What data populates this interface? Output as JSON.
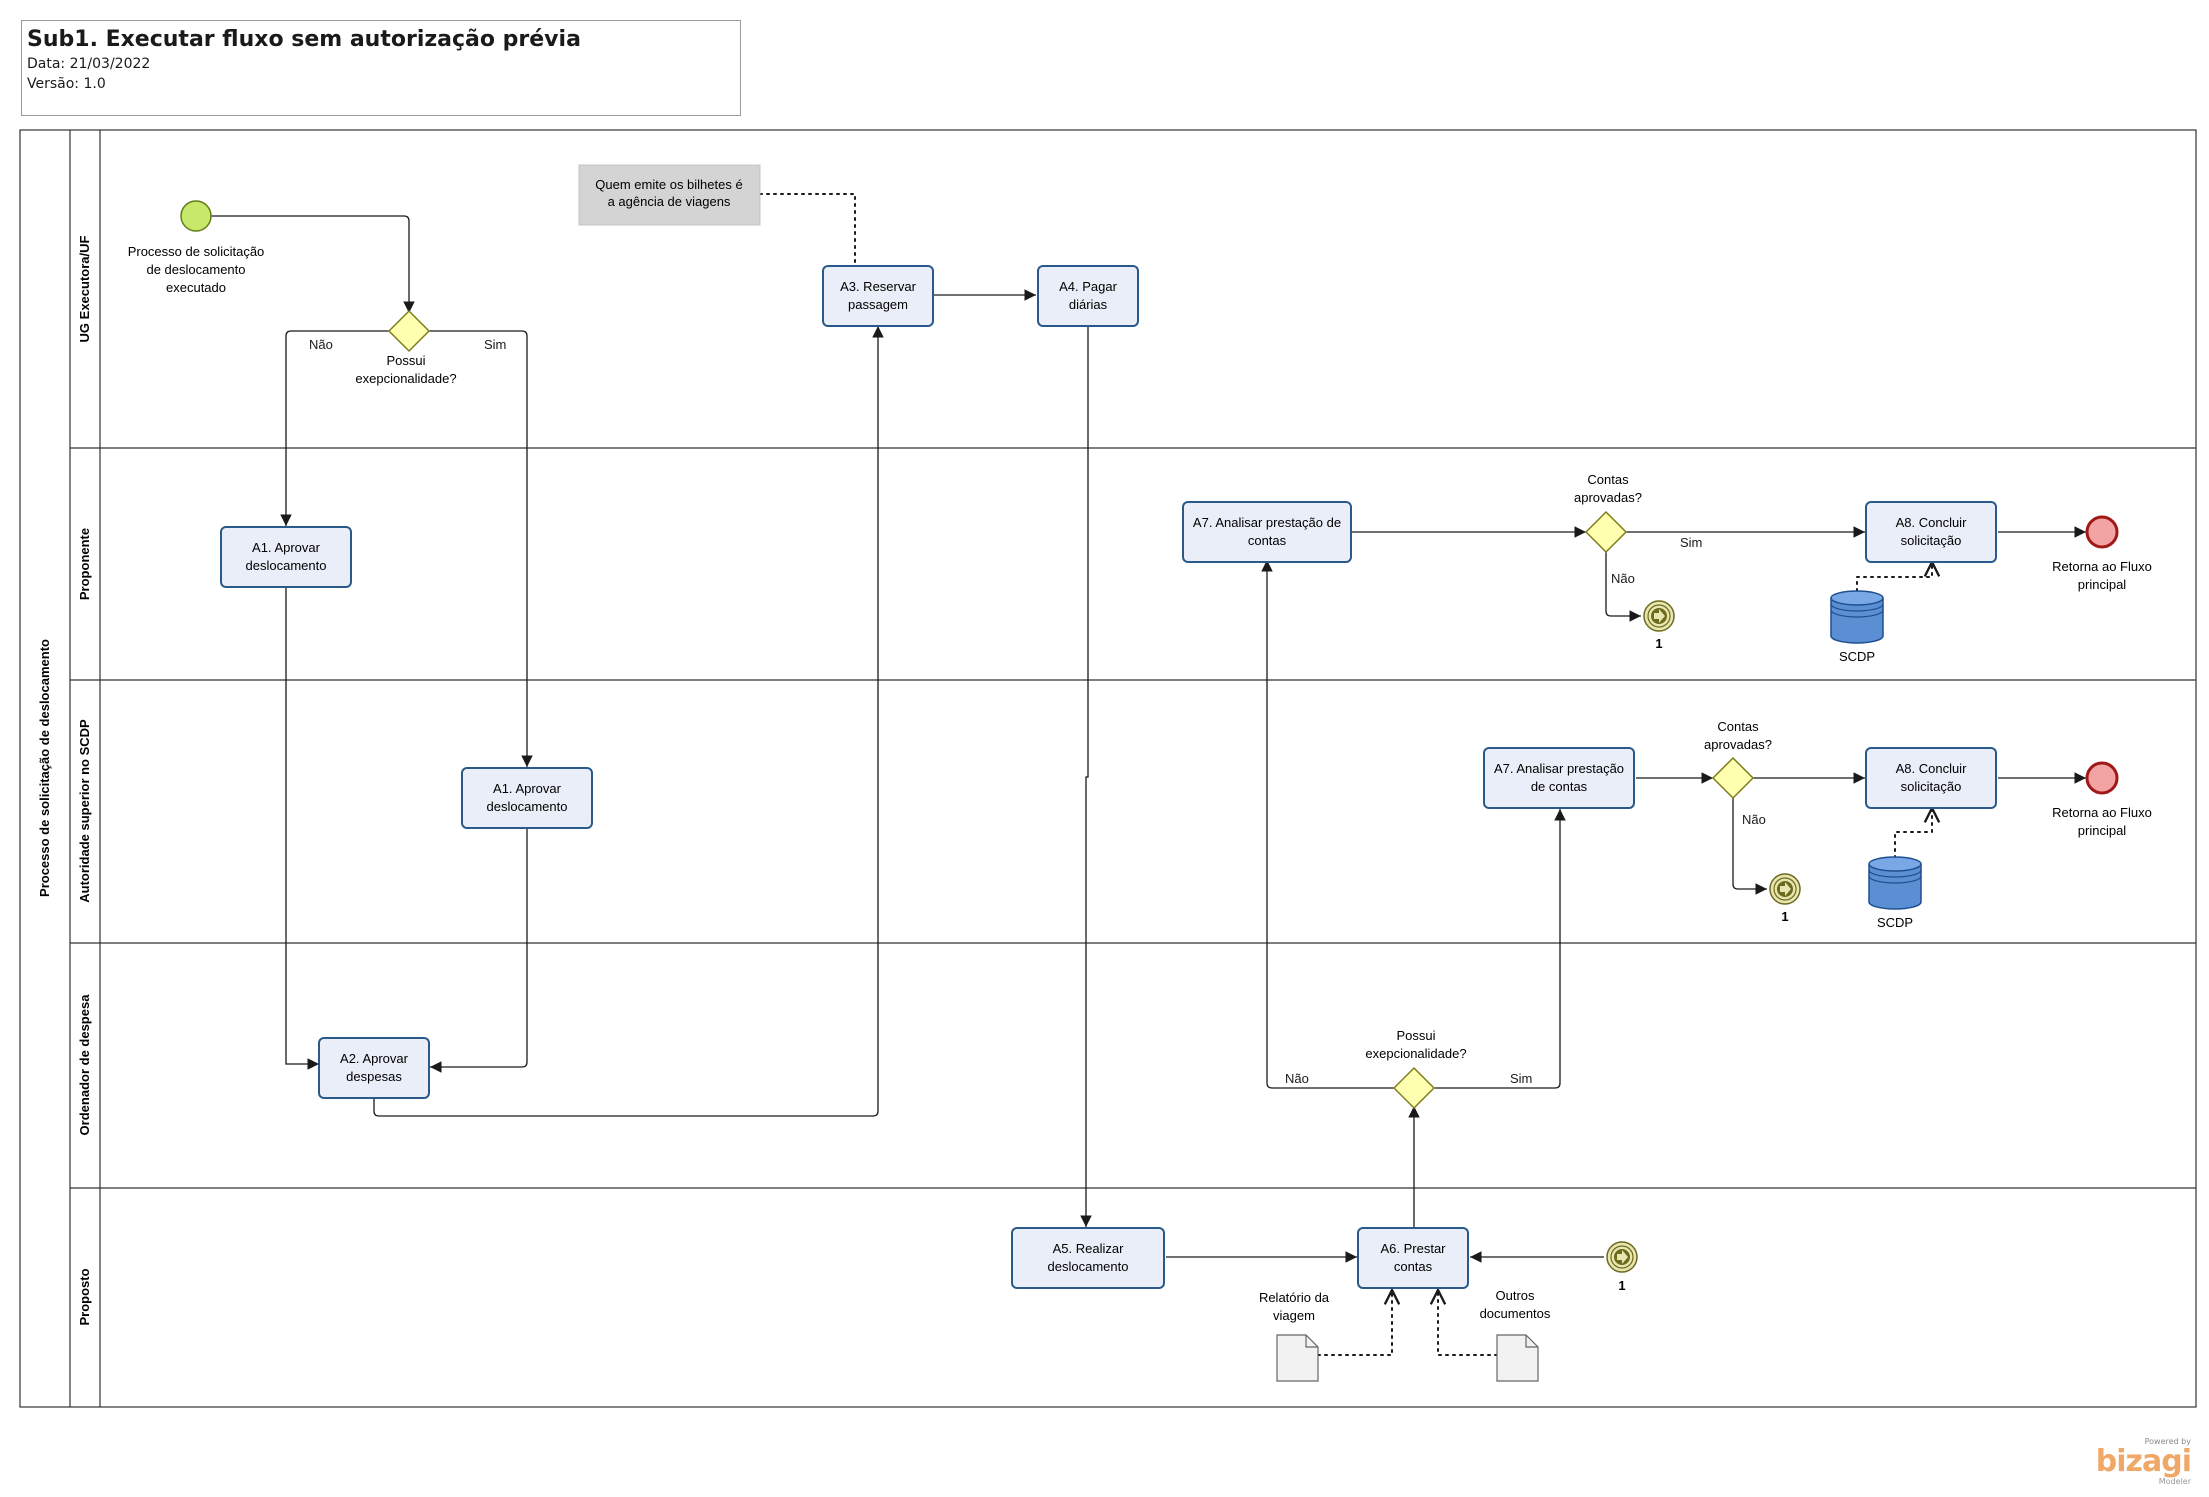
{
  "header": {
    "title": "Sub1. Executar fluxo sem autorização prévia",
    "date_line": "Data: 21/03/2022",
    "version_line": "Versão: 1.0"
  },
  "pool": {
    "name": "Processo de solicitação de deslocamento"
  },
  "lanes": [
    {
      "name": "UG Executora/UF"
    },
    {
      "name": "Proponente"
    },
    {
      "name": "Autoridade superior no SCDP"
    },
    {
      "name": "Ordenador de despesa"
    },
    {
      "name": "Proposto"
    }
  ],
  "nodes": {
    "start": {
      "label": "Processo de solicitação de deslocamento executado"
    },
    "gw1": {
      "label": "Possui exepcionalidade?",
      "no": "Não",
      "yes": "Sim"
    },
    "a1_prop": {
      "label": "A1. Aprovar deslocamento"
    },
    "a1_aut": {
      "label": "A1. Aprovar deslocamento"
    },
    "a2": {
      "label": "A2. Aprovar despesas"
    },
    "a3": {
      "label": "A3. Reservar passagem"
    },
    "annotation": {
      "label": "Quem emite os bilhetes é a agência de viagens"
    },
    "a4": {
      "label": "A4. Pagar diárias"
    },
    "a5": {
      "label": "A5. Realizar deslocamento"
    },
    "a6": {
      "label": "A6. Prestar contas"
    },
    "doc1": {
      "label": "Relatório da viagem"
    },
    "doc2": {
      "label": "Outros documentos"
    },
    "link_in": {
      "label": "1"
    },
    "gw2": {
      "label": "Possui exepcionalidade?",
      "no": "Não",
      "yes": "Sim"
    },
    "a7_prop": {
      "label": "A7. Analisar prestação de contas"
    },
    "gw3": {
      "label": "Contas aprovadas?",
      "no": "Não",
      "yes": "Sim"
    },
    "link_out_prop": {
      "label": "1"
    },
    "a8_prop": {
      "label": "A8. Concluir solicitação"
    },
    "db_prop": {
      "label": "SCDP"
    },
    "end_prop": {
      "label": "Retorna ao Fluxo principal"
    },
    "a7_aut": {
      "label": "A7. Analisar prestação de contas"
    },
    "gw4": {
      "label": "Contas aprovadas?",
      "no": "Não"
    },
    "link_out_aut": {
      "label": "1"
    },
    "a8_aut": {
      "label": "A8. Concluir solicitação"
    },
    "db_aut": {
      "label": "SCDP"
    },
    "end_aut": {
      "label": "Retorna ao Fluxo principal"
    }
  },
  "branding": {
    "powered_by": "Powered by",
    "brand": "bizagi",
    "product": "Modeler"
  },
  "colors": {
    "task_fill": "#e9eef8",
    "task_stroke": "#2a5a8a",
    "start_fill": "#c8e86c",
    "end_fill": "#f2a4a4",
    "gateway_fill": "#ffffb0",
    "link_fill": "#e8e6b0",
    "db_fill": "#5a8fd4",
    "annotation_fill": "#d4d4d4"
  }
}
